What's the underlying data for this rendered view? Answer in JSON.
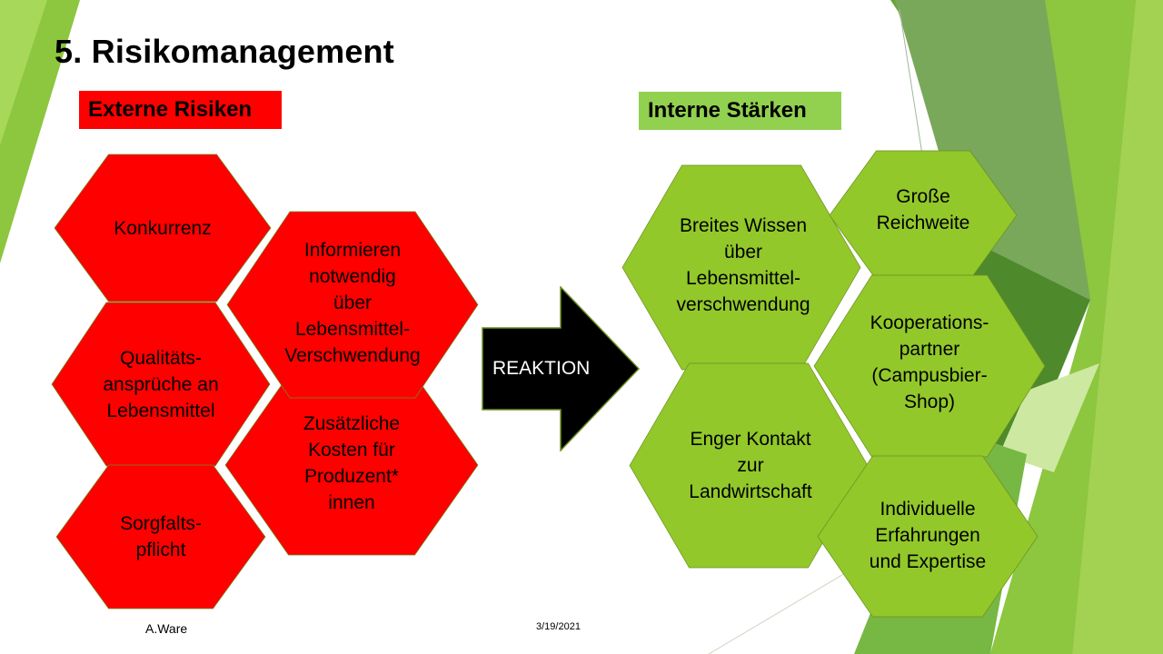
{
  "slide": {
    "title": "5. Risikomanagement",
    "author": "A.Ware",
    "date": "3/19/2021"
  },
  "colors": {
    "risk_fill": "#ff0000",
    "strength_fill": "#92c82a",
    "strength_label": "#92d050",
    "hex_border": "#6b8e23",
    "arrow_fill": "#000000"
  },
  "external": {
    "heading": "Externe Risiken",
    "items": [
      "Konkurrenz",
      "Informieren\nnotwendig\nüber\nLebensmittel-\nVerschwendung",
      "Qualitäts-\nansprüche an\nLebensmittel",
      "Zusätzliche\nKosten für\nProduzent*\ninnen",
      "Sorgfalts-\npflicht"
    ]
  },
  "reaction": {
    "label": "REAKTION"
  },
  "internal": {
    "heading": "Interne Stärken",
    "items": [
      "Breites Wissen\nüber\nLebensmittel-\nverschwendung",
      "Große\nReichweite",
      "Kooperations-\npartner\n(Campusbier-\nShop)",
      "Enger Kontakt\nzur\nLandwirtschaft",
      "Individuelle\nErfahrungen\nund Expertise"
    ]
  }
}
